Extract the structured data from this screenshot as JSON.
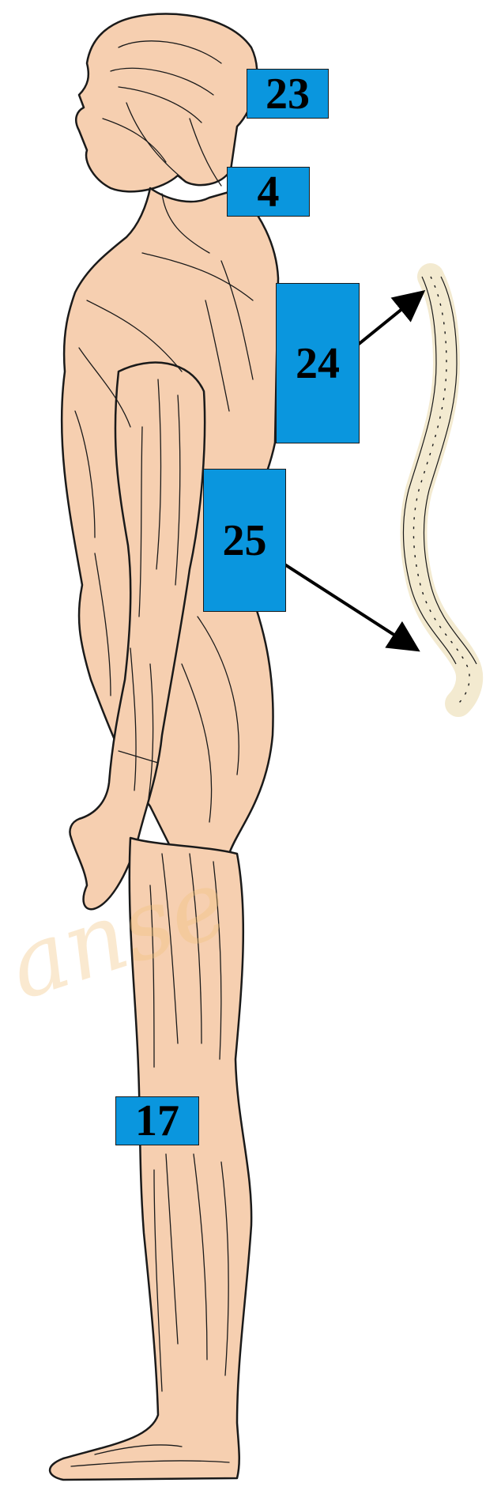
{
  "labels": {
    "head": "23",
    "neck": "4",
    "upper_back": "24",
    "lower_back": "25",
    "knee": "17"
  },
  "colors": {
    "skin": "#f6cfb0",
    "outline": "#1a1a1a",
    "label_fill": "#0a96de",
    "spine_bone": "#f3ead0"
  }
}
